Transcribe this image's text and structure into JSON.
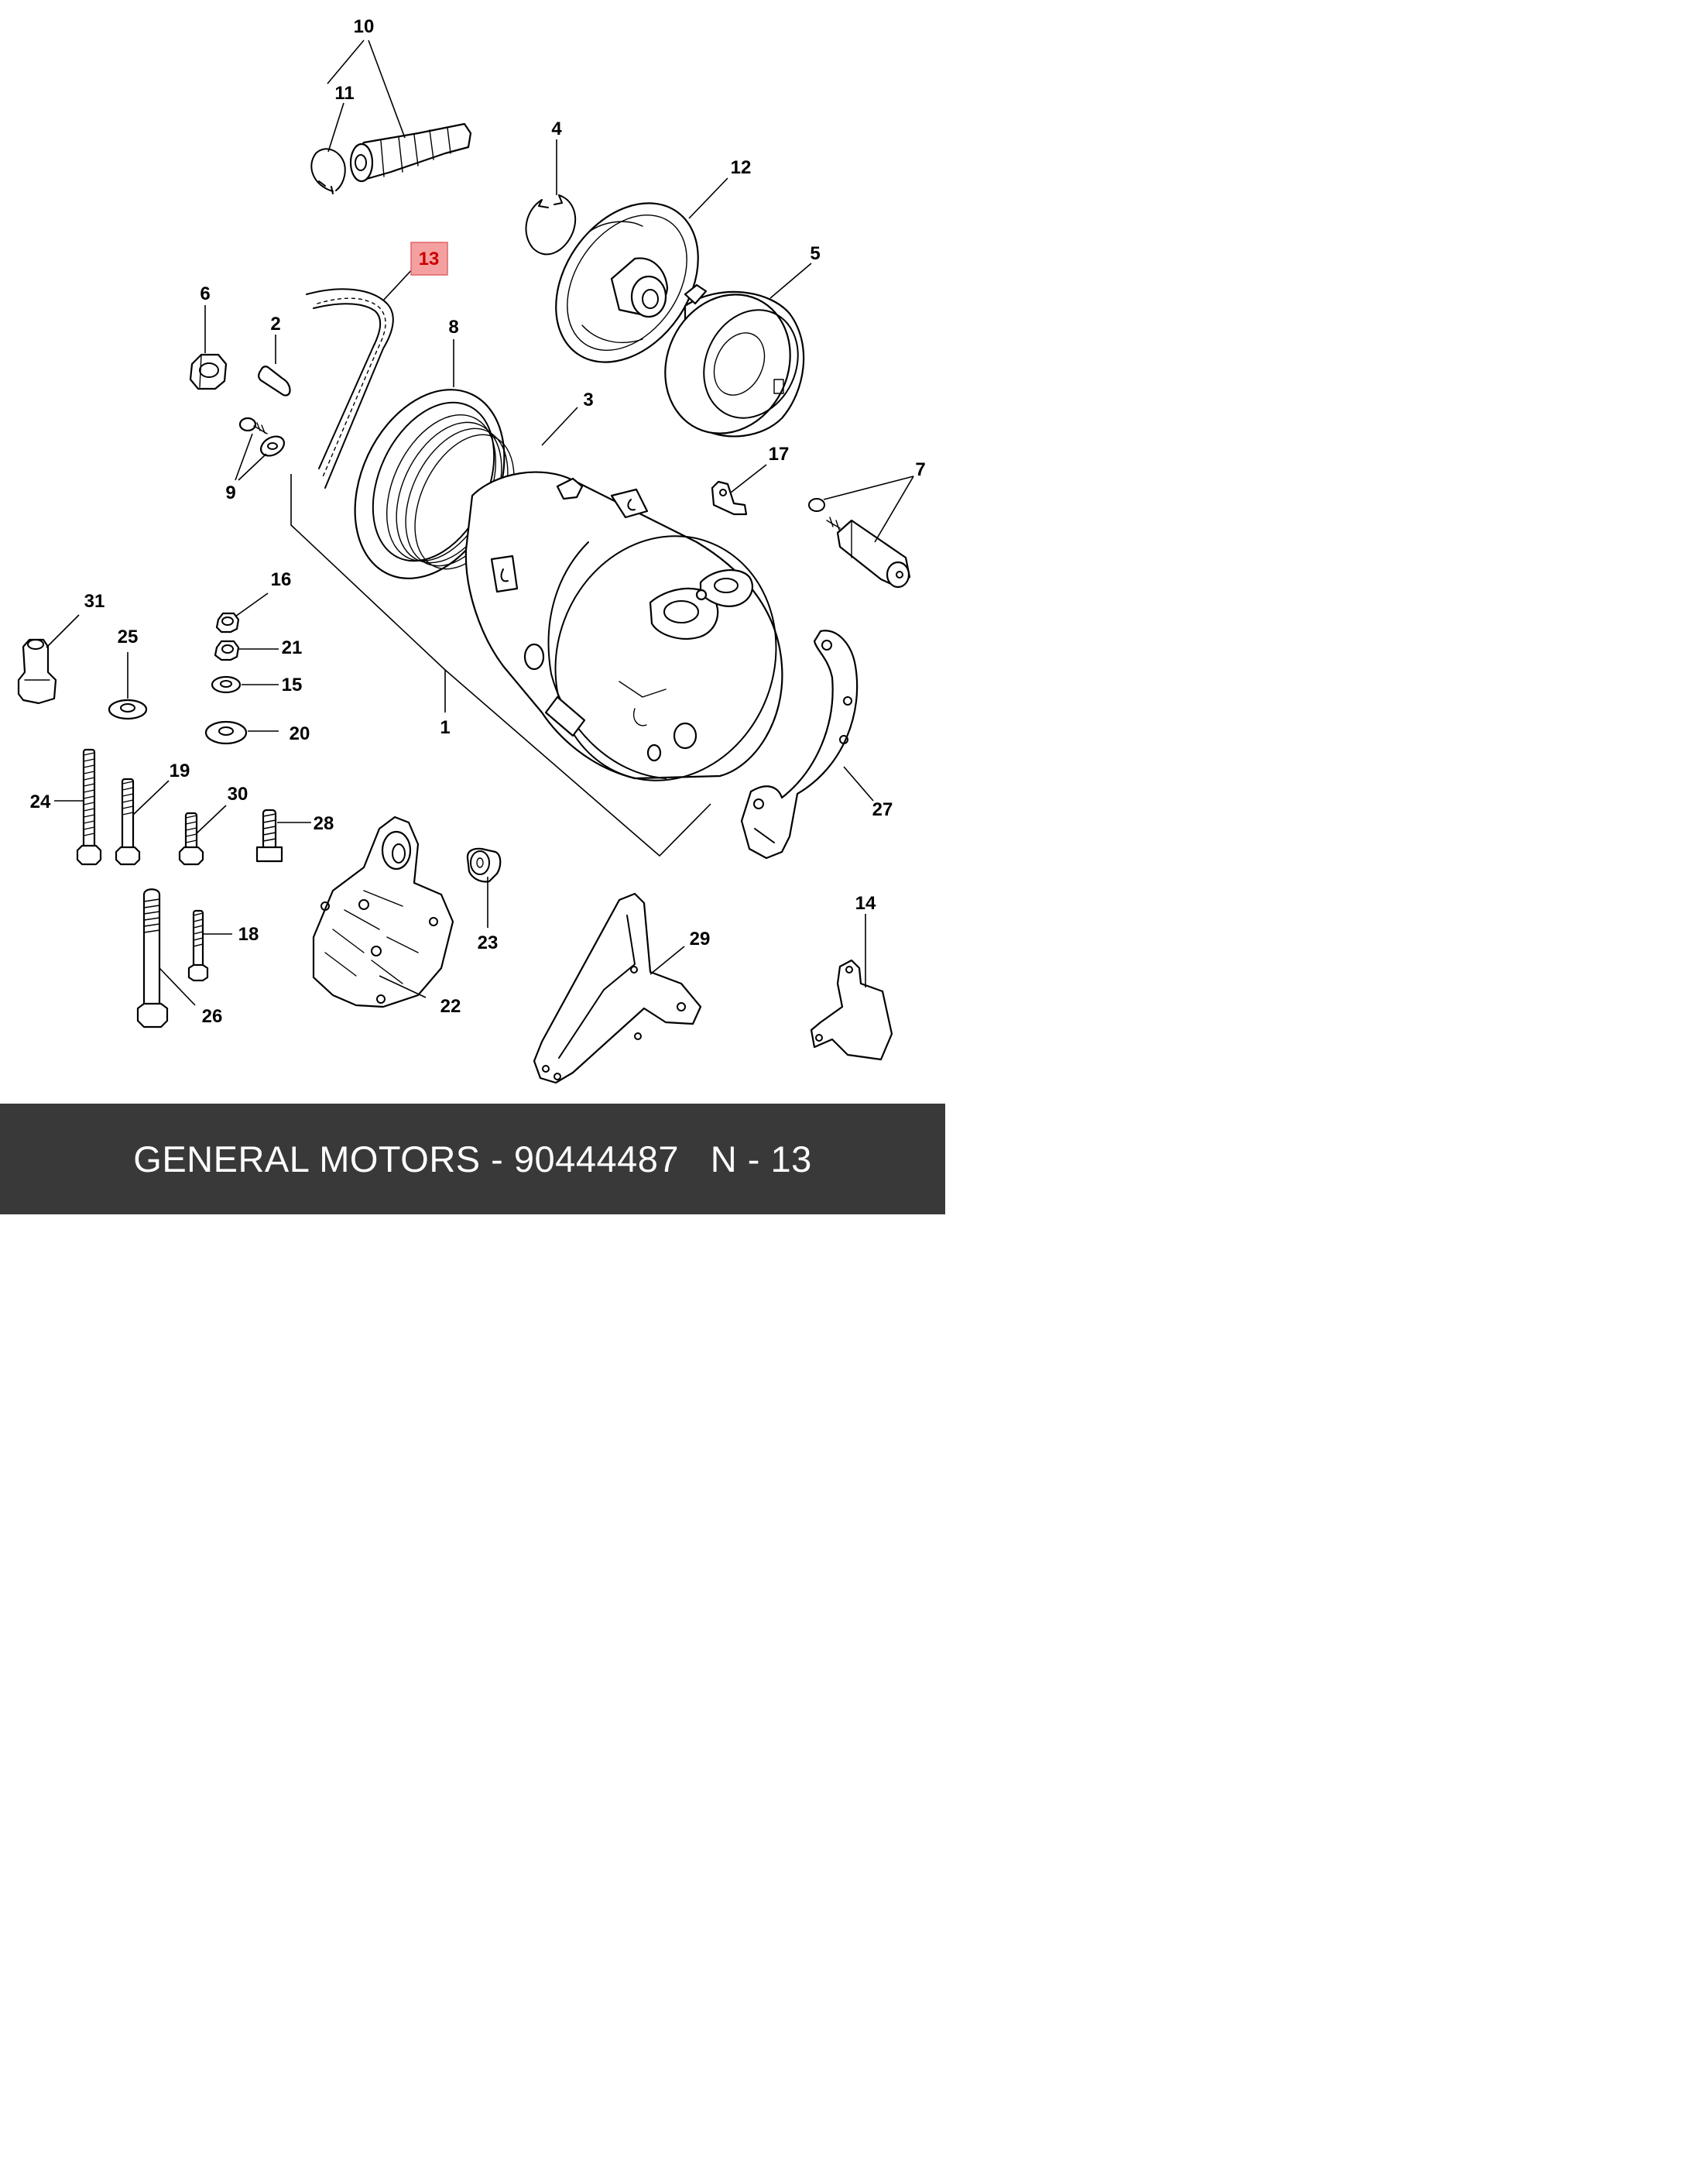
{
  "footer": {
    "brand": "GENERAL MOTORS",
    "separator": " - ",
    "part_number": "90444487",
    "position_prefix": "N - ",
    "position": "13"
  },
  "highlight_color": "#f4a0a0",
  "callouts": {
    "c1": "1",
    "c2": "2",
    "c3": "3",
    "c4": "4",
    "c5": "5",
    "c6": "6",
    "c7": "7",
    "c8": "8",
    "c9": "9",
    "c10": "10",
    "c11": "11",
    "c12": "12",
    "c13": "13",
    "c14": "14",
    "c15": "15",
    "c16": "16",
    "c17": "17",
    "c18": "18",
    "c19": "19",
    "c20": "20",
    "c21": "21",
    "c22": "22",
    "c23": "23",
    "c24": "24",
    "c25": "25",
    "c26": "26",
    "c27": "27",
    "c28": "28",
    "c29": "29",
    "c30": "30",
    "c31": "31"
  },
  "highlighted_callout": "13"
}
